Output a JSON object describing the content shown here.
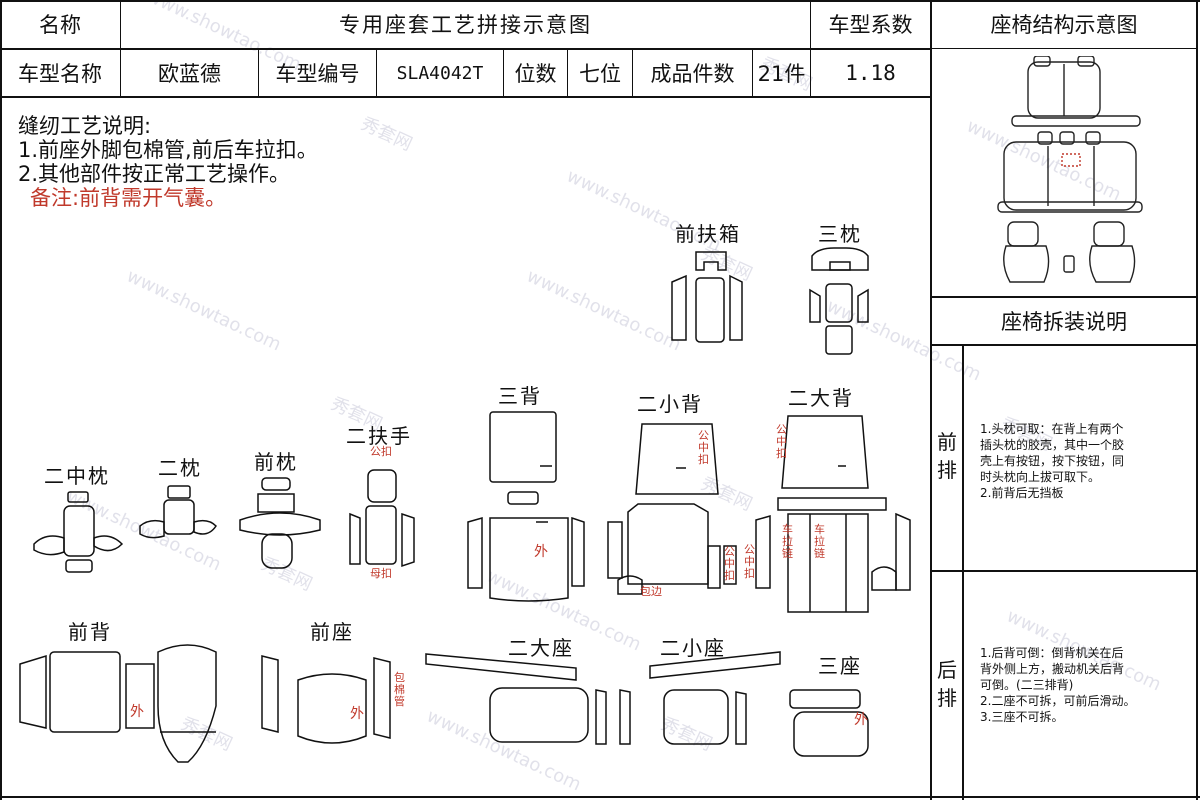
{
  "header": {
    "name_label": "名称",
    "title": "专用座套工艺拼接示意图",
    "factor_label": "车型系数",
    "structure_title": "座椅结构示意图"
  },
  "info": {
    "model_name_label": "车型名称",
    "model_name": "欧蓝德",
    "model_code_label": "车型编号",
    "model_code": "SLA4042T",
    "seats_label": "位数",
    "seats": "七位",
    "pieces_label": "成品件数",
    "pieces": "21件",
    "factor_value": "1.18"
  },
  "notes": {
    "heading": "缝纫工艺说明:",
    "item1": "1.前座外脚包棉管,前后车拉扣。",
    "item2": "2.其他部件按正常工艺操作。",
    "remark": "备注:前背需开气囊。"
  },
  "parts": {
    "front_armbox": "前扶箱",
    "third_pillow": "三枕",
    "second_mid_pillow": "二中枕",
    "second_pillow": "二枕",
    "front_pillow": "前枕",
    "second_armrest": "二扶手",
    "third_back": "三背",
    "second_small_back": "二小背",
    "second_big_back": "二大背",
    "front_back": "前背",
    "front_seat": "前座",
    "second_big_seat": "二大座",
    "second_small_seat": "二小座",
    "third_seat": "三座"
  },
  "marks": {
    "outer": "外",
    "pull_buckle": "公扣",
    "pull_buckle_v": "公\n中\n扣",
    "mother_buckle": "母扣",
    "pull_chain": "车\n拉\n链",
    "wrap_edge": "包边",
    "wrap_pipe": "包\n棉\n管"
  },
  "sidebar": {
    "disassembly_title": "座椅拆装说明",
    "front_row_label": "前\n排",
    "front_row_text": [
      "1.头枕可取：在背上有两个",
      "插头枕的胶壳，其中一个胶",
      "壳上有按钮，按下按钮，同",
      "时头枕向上拔可取下。",
      "2.前背后无挡板"
    ],
    "rear_row_label": "后\n排",
    "rear_row_text": [
      "1.后背可倒：倒背机关在后",
      "背外侧上方，搬动机关后背",
      "可倒。(二三排背)",
      "2.二座不可拆，可前后滑动。",
      "3.三座不可拆。"
    ]
  },
  "watermark": {
    "brand": "秀套网",
    "site": "www.showtao.com"
  }
}
